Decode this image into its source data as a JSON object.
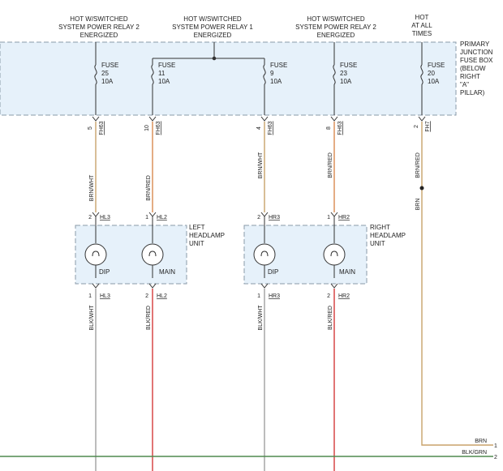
{
  "sources": [
    {
      "lines": [
        "HOT W/SWITCHED",
        "SYSTEM POWER RELAY 2",
        "ENERGIZED"
      ]
    },
    {
      "lines": [
        "HOT W/SWITCHED",
        "SYSTEM POWER RELAY 1",
        "ENERGIZED"
      ]
    },
    {
      "lines": [
        "HOT W/SWITCHED",
        "SYSTEM POWER RELAY 2",
        "ENERGIZED"
      ]
    },
    {
      "lines": [
        "HOT",
        "AT ALL",
        "TIMES"
      ]
    }
  ],
  "fuse_box": {
    "lines": [
      "PRIMARY",
      "JUNCTION",
      "FUSE BOX",
      "(BELOW",
      "RIGHT",
      "\"A\"",
      "PILLAR)"
    ]
  },
  "fuses": [
    {
      "label": "FUSE",
      "number": "25",
      "rating": "10A",
      "pin": "5",
      "connector": "FH63",
      "color": "#c8a26a"
    },
    {
      "label": "FUSE",
      "number": "11",
      "rating": "10A",
      "pin": "10",
      "connector": "FH63",
      "color": "#d98a50"
    },
    {
      "label": "FUSE",
      "number": "9",
      "rating": "10A",
      "pin": "4",
      "connector": "FH63",
      "color": "#c8a26a"
    },
    {
      "label": "FUSE",
      "number": "23",
      "rating": "10A",
      "pin": "8",
      "connector": "FH63",
      "color": "#d98a50"
    },
    {
      "label": "FUSE",
      "number": "20",
      "rating": "10A",
      "pin": "2",
      "connector": "FH7",
      "color": "#c8a26a"
    }
  ],
  "upper_wires": [
    "BRN/WHT",
    "BRN/RED",
    "BRN/WHT",
    "BRN/RED",
    "BRN/RED",
    "BRN"
  ],
  "lamp_units": [
    {
      "title": [
        "LEFT",
        "HEADLAMP",
        "UNIT"
      ],
      "top_pins": [
        {
          "pin": "2",
          "connector": "HL3"
        },
        {
          "pin": "1",
          "connector": "HL2"
        }
      ],
      "bulbs": [
        "DIP",
        "MAIN"
      ],
      "bottom_pins": [
        {
          "pin": "1",
          "connector": "HL3"
        },
        {
          "pin": "2",
          "connector": "HL2"
        }
      ]
    },
    {
      "title": [
        "RIGHT",
        "HEADLAMP",
        "UNIT"
      ],
      "top_pins": [
        {
          "pin": "2",
          "connector": "HR3"
        },
        {
          "pin": "1",
          "connector": "HR2"
        }
      ],
      "bulbs": [
        "DIP",
        "MAIN"
      ],
      "bottom_pins": [
        {
          "pin": "1",
          "connector": "HR3"
        },
        {
          "pin": "2",
          "connector": "HR2"
        }
      ]
    }
  ],
  "lower_wires": [
    {
      "label": "BLK/WHT",
      "color": "#a0a0a0"
    },
    {
      "label": "BLK/RED",
      "color": "#d43a3a"
    },
    {
      "label": "BLK/WHT",
      "color": "#a0a0a0"
    },
    {
      "label": "BLK/RED",
      "color": "#d43a3a"
    }
  ],
  "continuations": [
    {
      "label": "BRN",
      "ref": "1",
      "color": "#c8a26a"
    },
    {
      "label": "BLK/GRN",
      "ref": "2",
      "color": "#4e8a4e"
    }
  ],
  "colors": {
    "fuse_box_fill": "#e6f1fa",
    "box_border": "#8a9aa8",
    "bus": "#333333"
  }
}
